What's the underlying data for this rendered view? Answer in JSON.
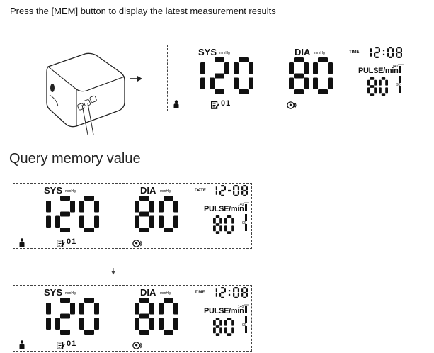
{
  "instruction": "Press the [MEM] button to display the latest measurement results",
  "section_heading": "Query memory value",
  "panels": [
    {
      "sys_label": "SYS",
      "unit": "mmHg",
      "dia_label": "DIA",
      "corner_label": "TIME",
      "corner_value": "12:08",
      "pulse_label": "PULSE/min",
      "sys": "120",
      "dia": "80",
      "pulse": "80",
      "memory": "01",
      "scale_top": "140",
      "scale_mid": "90"
    },
    {
      "sys_label": "SYS",
      "unit": "mmHg",
      "dia_label": "DIA",
      "corner_label": "DATE",
      "corner_value": "12-08",
      "pulse_label": "PULSE/min",
      "sys": "120",
      "dia": "80",
      "pulse": "80",
      "memory": "01",
      "scale_top": "140",
      "scale_mid": "90"
    },
    {
      "sys_label": "SYS",
      "unit": "mmHg",
      "dia_label": "DIA",
      "corner_label": "TIME",
      "corner_value": "12:08",
      "pulse_label": "PULSE/min",
      "sys": "120",
      "dia": "80",
      "pulse": "80",
      "memory": "01",
      "scale_top": "140",
      "scale_mid": "90"
    }
  ],
  "icons": {
    "device": "blood-pressure-monitor-icon",
    "arrow_right": "arrow-right-icon",
    "arrow_down": "arrow-down-icon",
    "person": "person-icon",
    "memory": "memory-icon",
    "heart": "heart-icon"
  }
}
